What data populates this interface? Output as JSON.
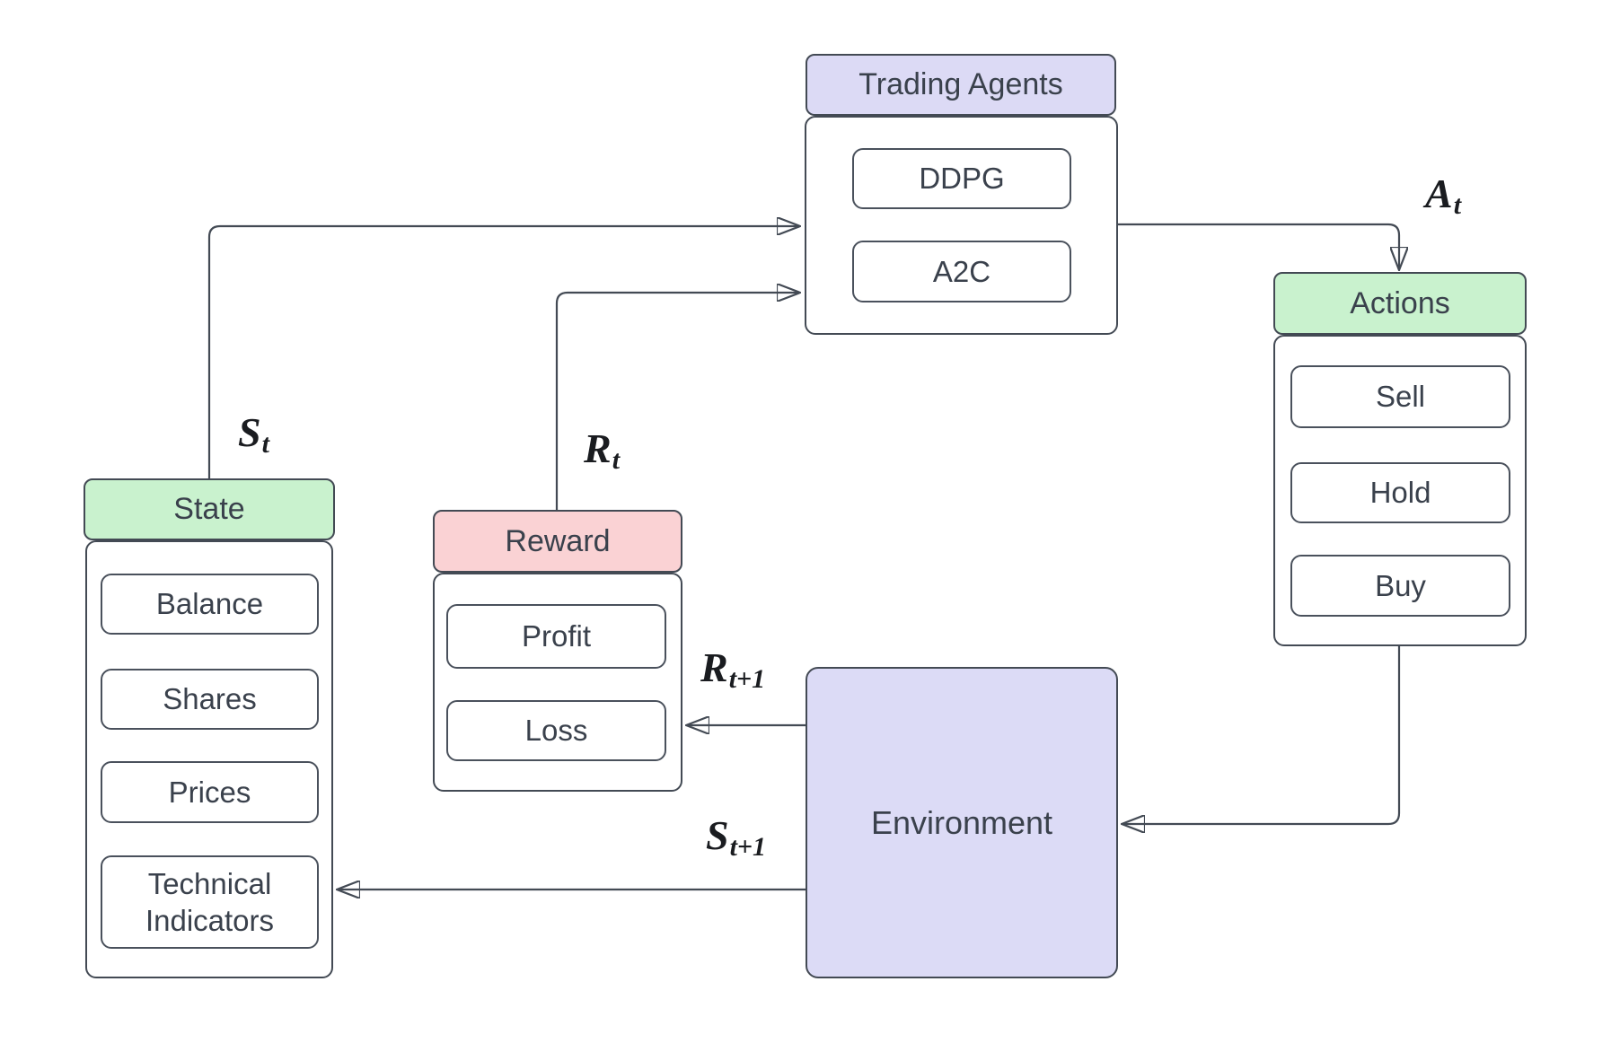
{
  "colors": {
    "stroke": "#434a54",
    "text": "#3a414c",
    "lavender_header": "#dcdaf5",
    "green_header": "#c9f2ce",
    "pink_header": "#fad2d4",
    "environment_fill": "#dcdbf6",
    "background": "#ffffff"
  },
  "nodes": {
    "trading_agents": {
      "title": "Trading Agents",
      "items": [
        "DDPG",
        "A2C"
      ]
    },
    "actions": {
      "title": "Actions",
      "items": [
        "Sell",
        "Hold",
        "Buy"
      ]
    },
    "state": {
      "title": "State",
      "items": [
        "Balance",
        "Shares",
        "Prices",
        "Technical Indicators"
      ]
    },
    "reward": {
      "title": "Reward",
      "items": [
        "Profit",
        "Loss"
      ]
    },
    "environment": {
      "title": "Environment"
    }
  },
  "edges": [
    {
      "id": "state-to-trading-agents",
      "from": "State",
      "to": "Trading Agents",
      "main": "S",
      "sub": "t"
    },
    {
      "id": "reward-to-trading-agents",
      "from": "Reward",
      "to": "Trading Agents",
      "main": "R",
      "sub": "t"
    },
    {
      "id": "trading-agents-to-actions",
      "from": "Trading Agents",
      "to": "Actions",
      "main": "A",
      "sub": "t"
    },
    {
      "id": "actions-to-environment",
      "from": "Actions",
      "to": "Environment",
      "main": "",
      "sub": ""
    },
    {
      "id": "environment-to-reward",
      "from": "Environment",
      "to": "Reward",
      "main": "R",
      "sub": "t+1"
    },
    {
      "id": "environment-to-state",
      "from": "Environment",
      "to": "State",
      "main": "S",
      "sub": "t+1"
    }
  ]
}
